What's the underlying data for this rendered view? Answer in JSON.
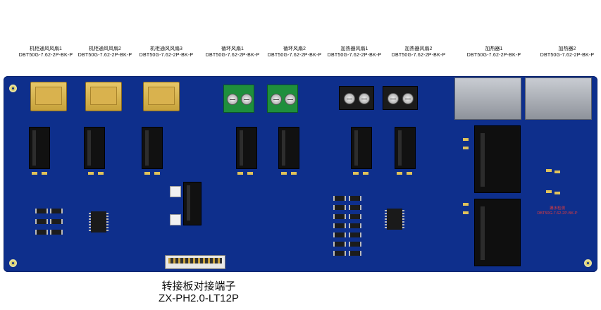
{
  "top_labels": [
    {
      "name": "机柜通风风扇1",
      "part": "DBT50G-7.62-2P-BK-P"
    },
    {
      "name": "机柜通风风扇2",
      "part": "DBT50G-7.62-2P-BK-P"
    },
    {
      "name": "机柜通风风扇3",
      "part": "DBT50G-7.62-2P-BK-P"
    },
    {
      "name": "循环风扇1",
      "part": "DBT50G-7.62-2P-BK-P"
    },
    {
      "name": "循环风扇2",
      "part": "DBT50G-7.62-2P-BK-P"
    },
    {
      "name": "加热器风扇1",
      "part": "DBT50G-7.62-2P-BK-P"
    },
    {
      "name": "加热器风扇2",
      "part": "DBT50G-7.62-2P-BK-P"
    },
    {
      "name": "加热器1",
      "part": "DBT50G-7.62-2P-BK-P"
    },
    {
      "name": "加热器2",
      "part": "DBT50G-7.62-2P-BK-P"
    }
  ],
  "board_label": {
    "name": "漏水检测",
    "part": "DBT50G-7.62-2P-BK-P"
  },
  "bottom_caption": {
    "title": "转接板对接端子",
    "part": "ZX-PH2.0-LT12P"
  }
}
